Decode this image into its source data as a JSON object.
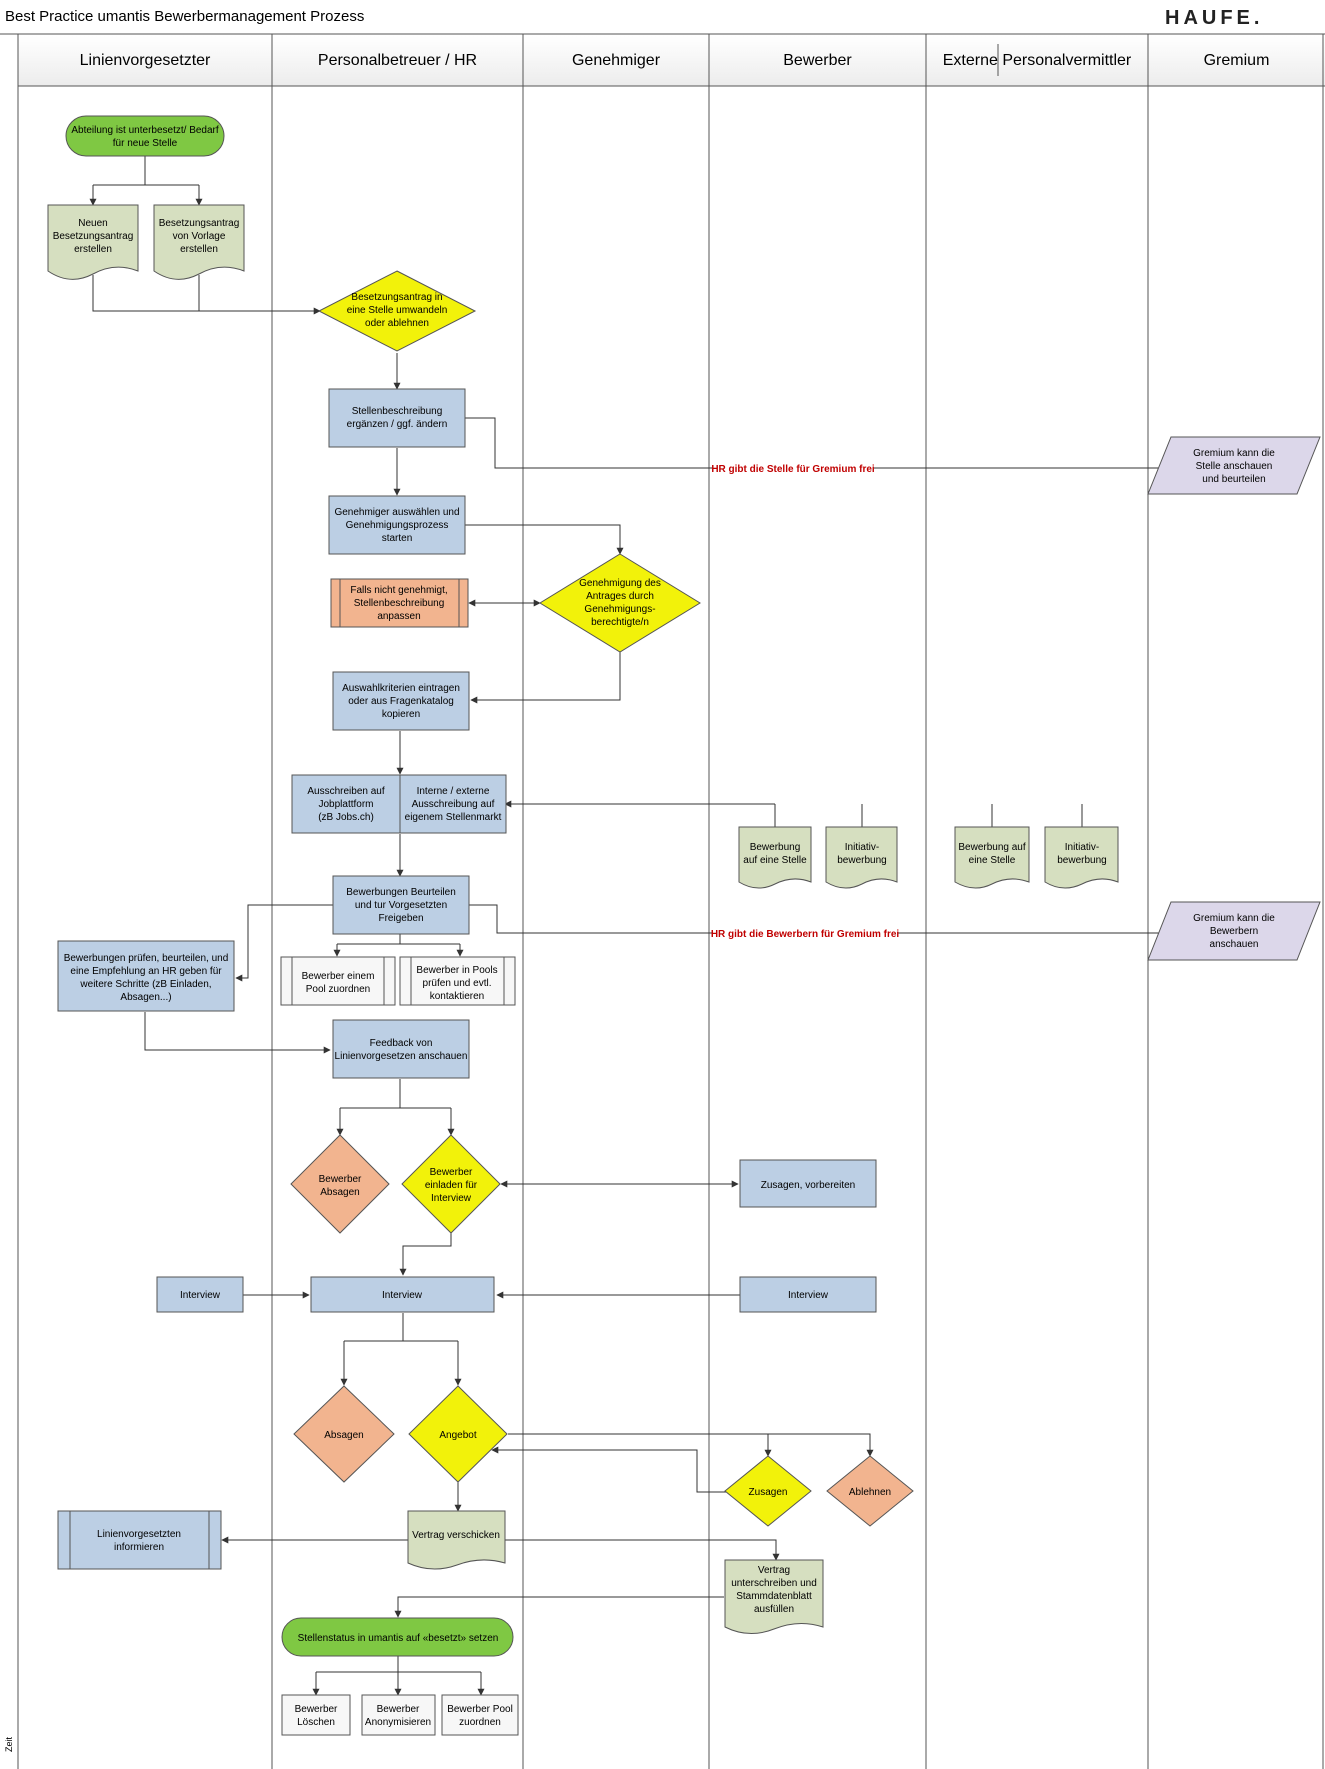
{
  "title": "Best Practice umantis Bewerbermanagement Prozess",
  "logo": "HAUFE.",
  "axis_label": "Zeit",
  "colors": {
    "terminator_green": "#7fc843",
    "process_blue": "#bccfe4",
    "document_green": "#d6dfc0",
    "decision_yellow": "#f2f20a",
    "orange": "#f2b48f",
    "lavender": "#dcd7ea",
    "red_label": "#c00000"
  },
  "lanes": [
    {
      "name": "Linienvorgesetzter"
    },
    {
      "name": "Personalbetreuer / HR"
    },
    {
      "name": "Genehmiger"
    },
    {
      "name": "Bewerber"
    },
    {
      "name": "Externe Personalvermittler"
    },
    {
      "name": "Gremium"
    }
  ],
  "nodes": {
    "start": [
      "Abteilung ist unterbesetzt/ Bedarf",
      "für neue Stelle"
    ],
    "neuer_antrag": [
      "Neuen",
      "Besetzungsantrag",
      "erstellen"
    ],
    "vorlage_antrag": [
      "Besetzungsantrag",
      "von Vorlage",
      "erstellen"
    ],
    "umwandeln": [
      "Besetzungsantrag in",
      "eine Stelle umwandeln",
      "oder ablehnen"
    ],
    "stellenbeschreibung": [
      "Stellenbeschreibung",
      "ergänzen / ggf. ändern"
    ],
    "gremium_stelle": [
      "Gremium kann die",
      "Stelle anschauen",
      "und beurteilen"
    ],
    "genehmiger_auswaehlen": [
      "Genehmiger auswählen und",
      "Genehmigungsprozess",
      "starten"
    ],
    "nicht_genehmigt": [
      "Falls nicht genehmigt,",
      "Stellenbeschreibung",
      "anpassen"
    ],
    "genehmigung": [
      "Genehmigung des",
      "Antrages durch",
      "Genehmigungs-",
      "berechtigte/n"
    ],
    "auswahlkriterien": [
      "Auswahlkriterien eintragen",
      "oder aus Fragenkatalog",
      "kopieren"
    ],
    "jobplattform": [
      "Ausschreiben auf",
      "Jobplattform",
      "(zB Jobs.ch)"
    ],
    "stellenmarkt": [
      "Interne / externe",
      "Ausschreibung auf",
      "eigenem Stellenmarkt"
    ],
    "bew_stelle": [
      "Bewerbung",
      "auf eine Stelle"
    ],
    "bew_initiativ": [
      "Initiativ-",
      "bewerbung"
    ],
    "ext_stelle": [
      "Bewerbung auf",
      "eine Stelle"
    ],
    "ext_initiativ": [
      "Initiativ-",
      "bewerbung"
    ],
    "beurteilen": [
      "Bewerbungen Beurteilen",
      "und tur Vorgesetzten",
      "Freigeben"
    ],
    "gremium_bewerber": [
      "Gremium kann die",
      "Bewerbern",
      "anschauen"
    ],
    "pruefen": [
      "Bewerbungen prüfen, beurteilen, und",
      "eine Empfehlung an HR geben für",
      "weitere Schritte (zB Einladen,",
      "Absagen...)"
    ],
    "pool_zuordnen": [
      "Bewerber einem",
      "Pool zuordnen"
    ],
    "pools_pruefen": [
      "Bewerber in Pools",
      "prüfen und evtl.",
      "kontaktieren"
    ],
    "feedback": [
      "Feedback von",
      "Linienvorgesetzen anschauen"
    ],
    "absagen1": [
      "Bewerber",
      "Absagen"
    ],
    "einladen": [
      "Bewerber",
      "einladen für",
      "Interview"
    ],
    "zusagen_vorbereiten": [
      "Zusagen, vorbereiten"
    ],
    "interview_lv": [
      "Interview"
    ],
    "interview_hr": [
      "Interview"
    ],
    "interview_bew": [
      "Interview"
    ],
    "absagen2": [
      "Absagen"
    ],
    "angebot": [
      "Angebot"
    ],
    "zusagen": [
      "Zusagen"
    ],
    "ablehnen": [
      "Ablehnen"
    ],
    "vertrag": [
      "Vertrag verschicken"
    ],
    "lv_informieren": [
      "Linienvorgesetzten",
      "informieren"
    ],
    "vertrag_unterschreiben": [
      "Vertrag",
      "unterschreiben und",
      "Stammdatenblatt",
      "ausfüllen"
    ],
    "stellenstatus": [
      "Stellenstatus in umantis auf «besetzt» setzen"
    ],
    "loeschen": [
      "Bewerber",
      "Löschen"
    ],
    "anonymisieren": [
      "Bewerber",
      "Anonymisieren"
    ],
    "pool_end": [
      "Bewerber Pool",
      "zuordnen"
    ]
  },
  "flow_labels": {
    "gremium_stelle": "HR gibt die Stelle für Gremium frei",
    "gremium_bewerber": "HR gibt die Bewerbern für Gremium frei"
  }
}
